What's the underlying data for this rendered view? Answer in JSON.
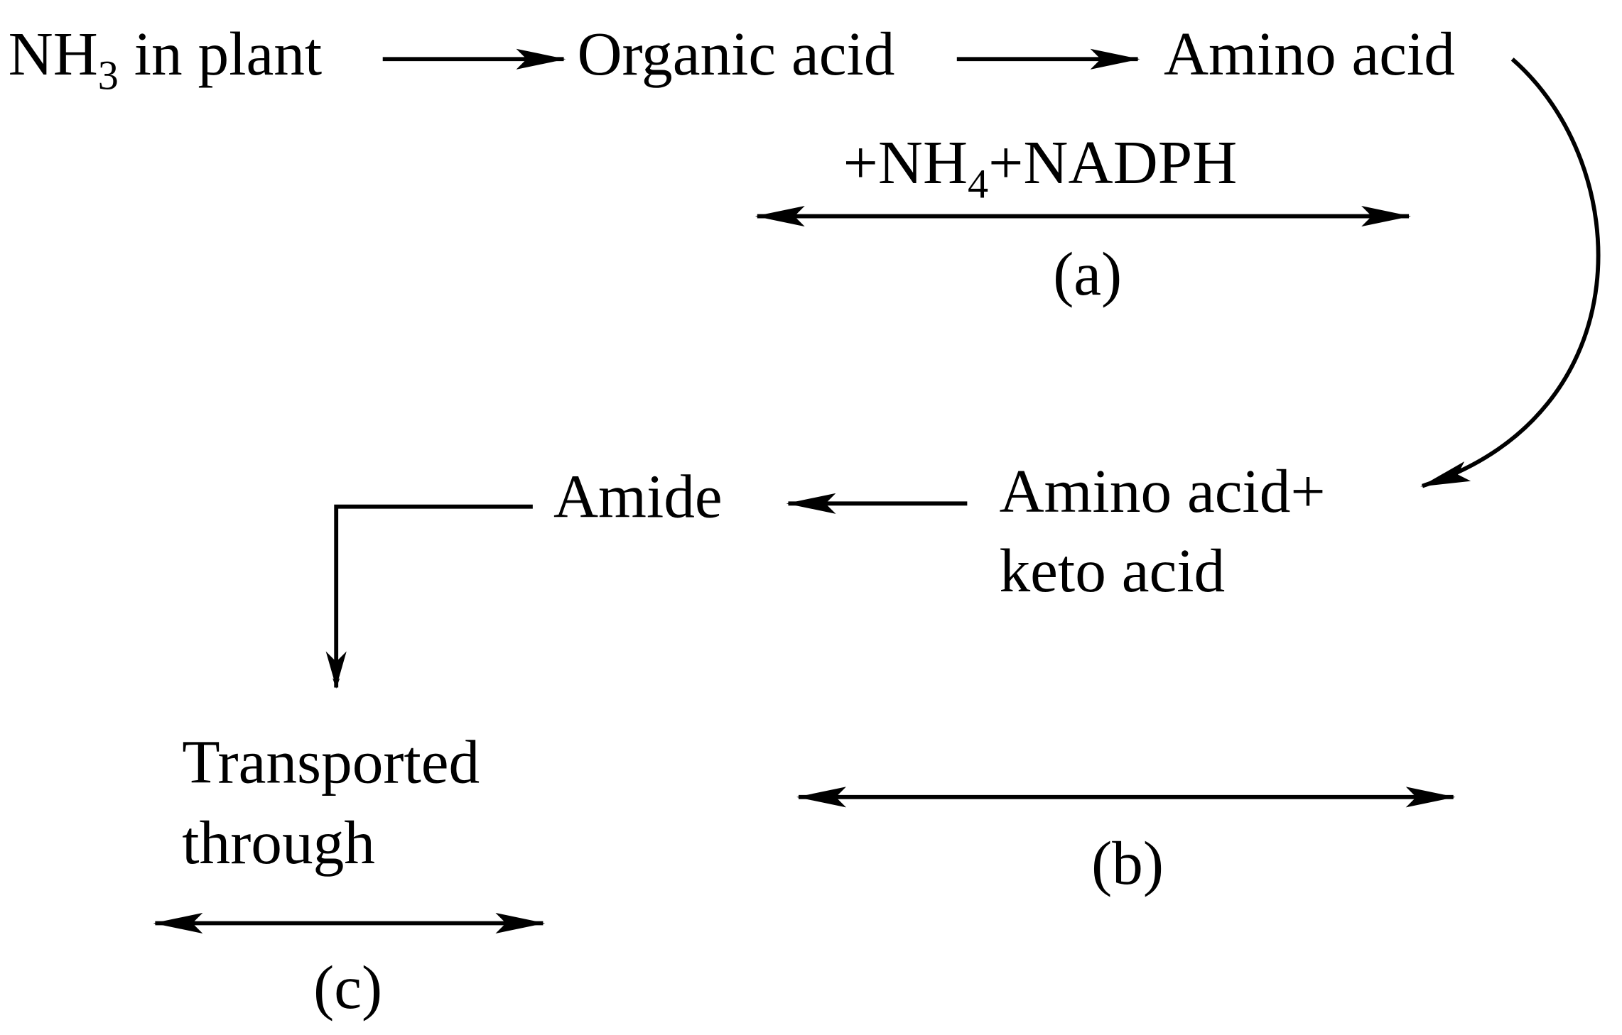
{
  "nodes": {
    "nh3": {
      "main": "NH",
      "sub": "3",
      "rest": " in plant"
    },
    "organic_acid": "Organic acid",
    "amino_acid": "Amino acid",
    "reagent": {
      "prefix": "+NH",
      "sub": "4",
      "rest": "+NADPH"
    },
    "label_a": "(a)",
    "amino_keto_line1": "Amino acid+",
    "amino_keto_line2": "keto acid",
    "amide": "Amide",
    "transported_line1": "Transported",
    "transported_line2": "through",
    "label_b": "(b)",
    "label_c": "(c)"
  },
  "colors": {
    "ink": "#000000",
    "background": "#ffffff"
  }
}
